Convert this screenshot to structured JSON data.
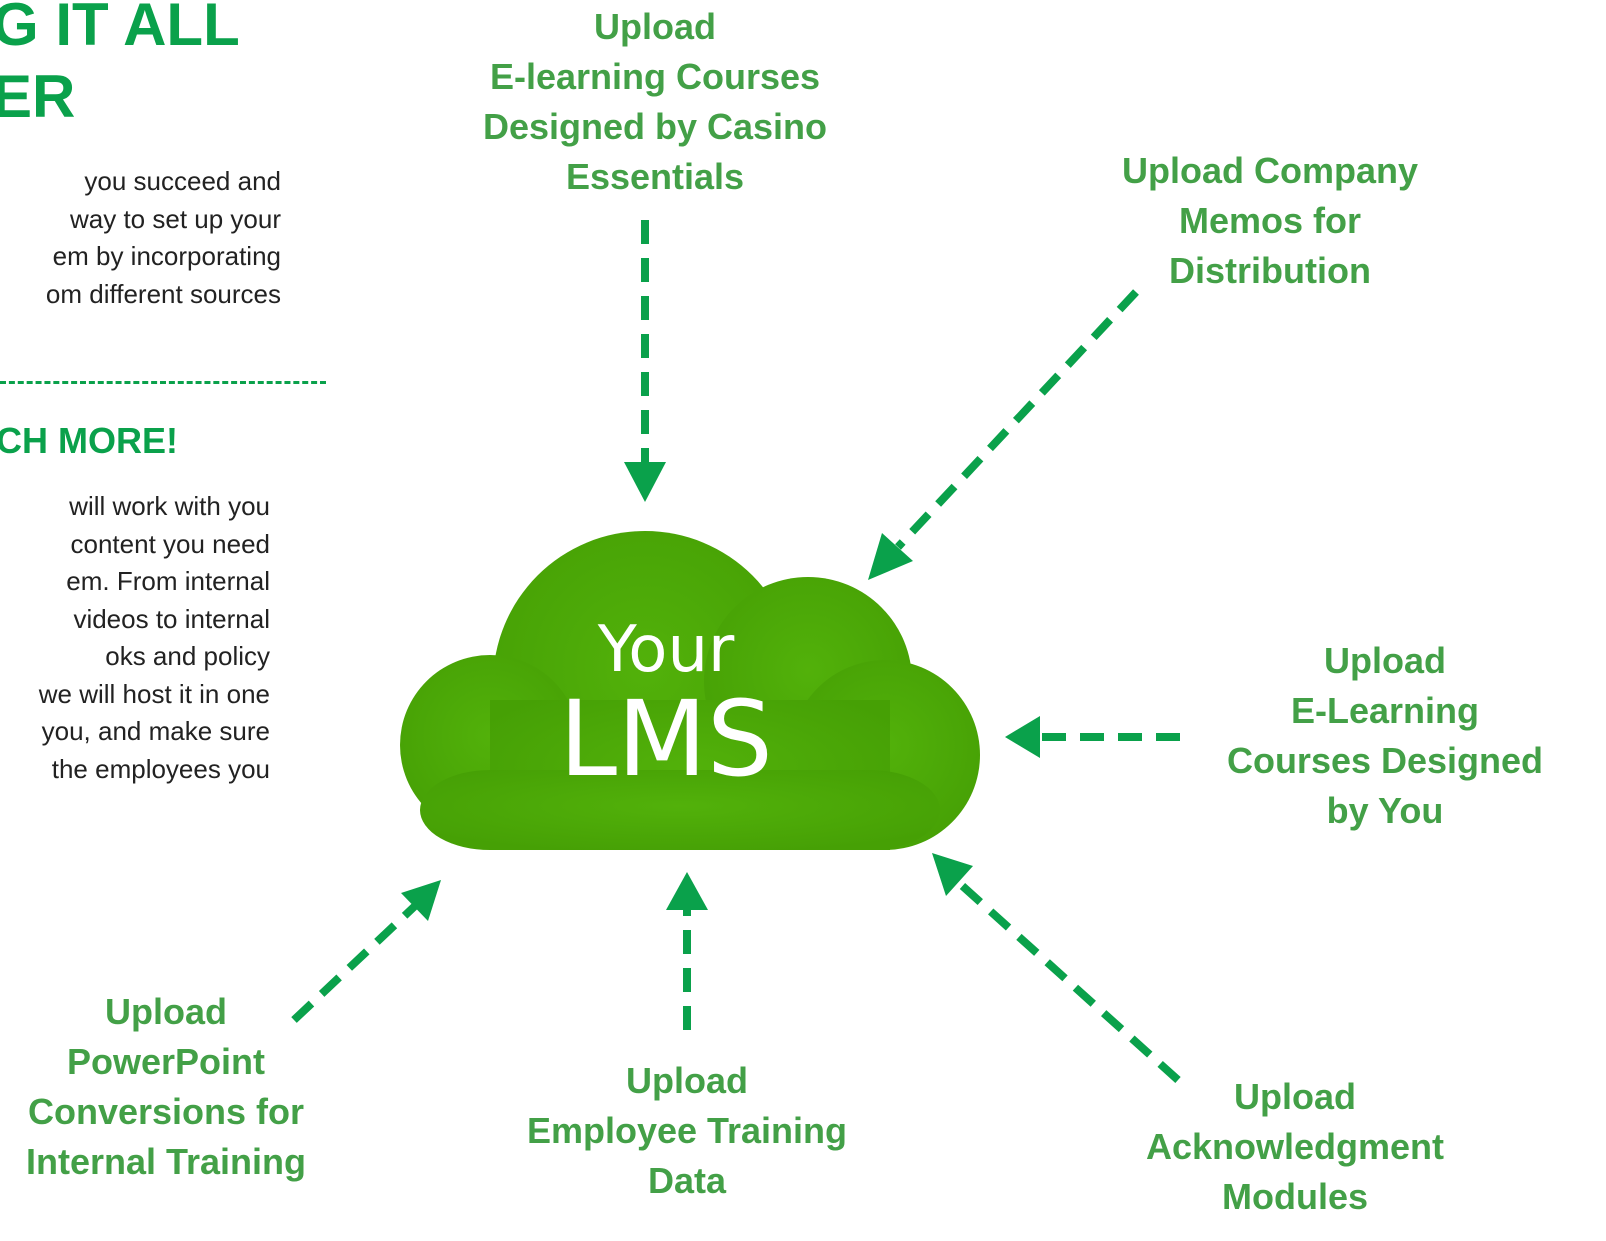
{
  "left_panel": {
    "heading_lines": [
      "G IT ALL",
      "ER"
    ],
    "intro_lines": [
      "you succeed and",
      "way to set up your",
      "em by incorporating",
      "om different sources"
    ],
    "subheading": "CH MORE!",
    "body_lines": [
      "will work with you",
      "content you need",
      "em.  From internal",
      "videos to internal",
      "oks        and        policy",
      "we will host it in one",
      "you, and make sure",
      "the employees you"
    ]
  },
  "cloud": {
    "line1": "Your",
    "line2": "LMS"
  },
  "inputs": {
    "top": [
      "Upload",
      "E-learning Courses",
      "Designed by Casino",
      "Essentials"
    ],
    "top_right": [
      "Upload Company",
      "Memos for",
      "Distribution"
    ],
    "right": [
      "Upload",
      "E-Learning",
      "Courses Designed",
      "by You"
    ],
    "bottom_right": [
      "Upload",
      "Acknowledgment",
      "Modules"
    ],
    "bottom": [
      "Upload",
      "Employee Training",
      "Data"
    ],
    "bottom_left": [
      "Upload",
      "PowerPoint",
      "Conversions for",
      "Internal Training"
    ]
  },
  "colors": {
    "accent": "#0aa14b",
    "label": "#43a047",
    "cloud": "#4caa08",
    "arrow": "#0aa14b"
  }
}
